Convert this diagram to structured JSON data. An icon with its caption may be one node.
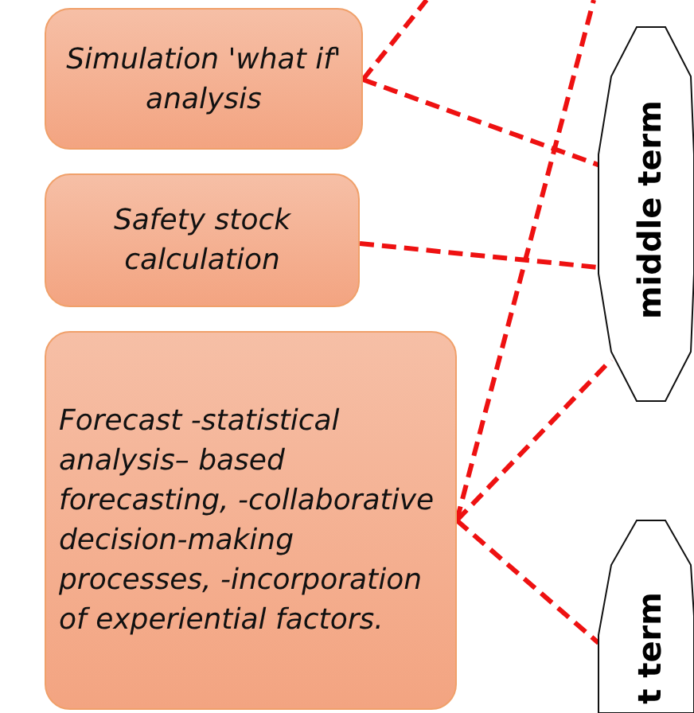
{
  "diagram": {
    "nodes": [
      {
        "text": [
          "Simulation 'what if' analysis"
        ]
      },
      {
        "text": [
          "Safety stock calculation"
        ]
      },
      {
        "text": [
          "Forecast -statistical analysis– based forecasting, -collaborative decision-making processes, -incorporation of experiential factors."
        ]
      },
      {
        "text": [
          "middle term"
        ]
      },
      {
        "text": [
          "t term"
        ]
      }
    ],
    "edges": [
      {
        "from": 0,
        "to": 3,
        "arrow": "none",
        "style": "dashed"
      },
      {
        "from": 0,
        "to": null,
        "arrow": "none",
        "style": "dashed"
      },
      {
        "from": 1,
        "to": 3,
        "arrow": "none",
        "style": "dashed"
      },
      {
        "from": 2,
        "to": 3,
        "arrow": "none",
        "style": "dashed"
      },
      {
        "from": 2,
        "to": 4,
        "arrow": "none",
        "style": "dashed"
      },
      {
        "from": 2,
        "to": null,
        "arrow": "none",
        "style": "dashed"
      }
    ]
  }
}
